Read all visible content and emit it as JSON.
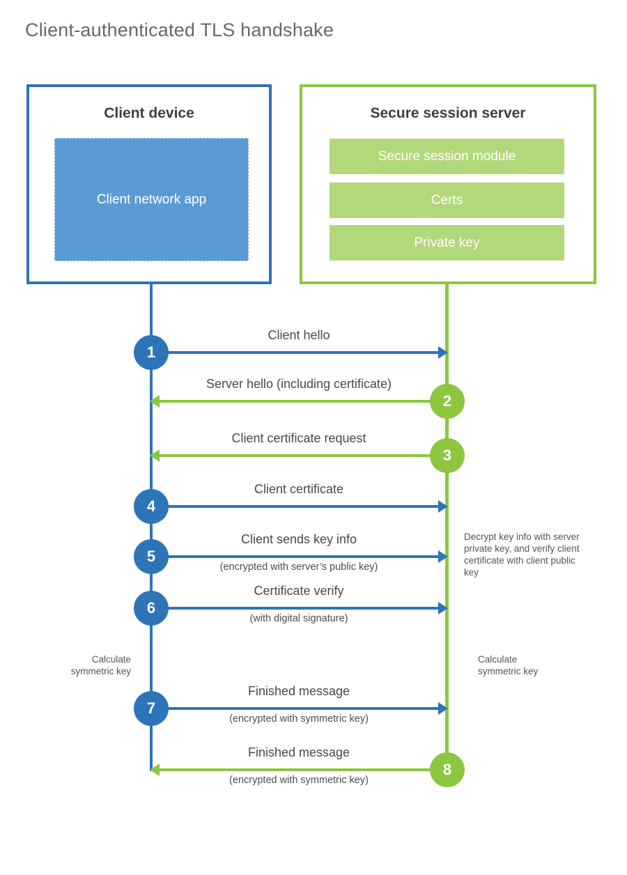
{
  "title": "Client-authenticated TLS handshake",
  "colors": {
    "blue": "#2e74b8",
    "blue_light": "#5b9bd5",
    "green": "#8dc63f",
    "green_light": "#b3d87b"
  },
  "client": {
    "title": "Client device",
    "app_label": "Client network app"
  },
  "server": {
    "title": "Secure session server",
    "modules": [
      "Secure session module",
      "Certs",
      "Private key"
    ]
  },
  "messages": [
    {
      "step": "1",
      "direction": "to-server",
      "label": "Client hello",
      "sublabel": ""
    },
    {
      "step": "2",
      "direction": "to-client",
      "label": "Server hello (including certificate)",
      "sublabel": ""
    },
    {
      "step": "3",
      "direction": "to-client",
      "label": "Client certificate request",
      "sublabel": ""
    },
    {
      "step": "4",
      "direction": "to-server",
      "label": "Client certificate",
      "sublabel": ""
    },
    {
      "step": "5",
      "direction": "to-server",
      "label": "Client sends key info",
      "sublabel": "(encrypted with server’s public key)"
    },
    {
      "step": "6",
      "direction": "to-server",
      "label": "Certificate verify",
      "sublabel": "(with digital signature)"
    },
    {
      "step": "7",
      "direction": "to-server",
      "label": "Finished message",
      "sublabel": "(encrypted with symmetric key)"
    },
    {
      "step": "8",
      "direction": "to-client",
      "label": "Finished message",
      "sublabel": "(encrypted with symmetric key)"
    }
  ],
  "notes": {
    "server_note": "Decrypt key info with server private key, and verify client certificate with client public key",
    "client_calc": "Calculate symmetric key",
    "server_calc": "Calculate symmetric key"
  }
}
